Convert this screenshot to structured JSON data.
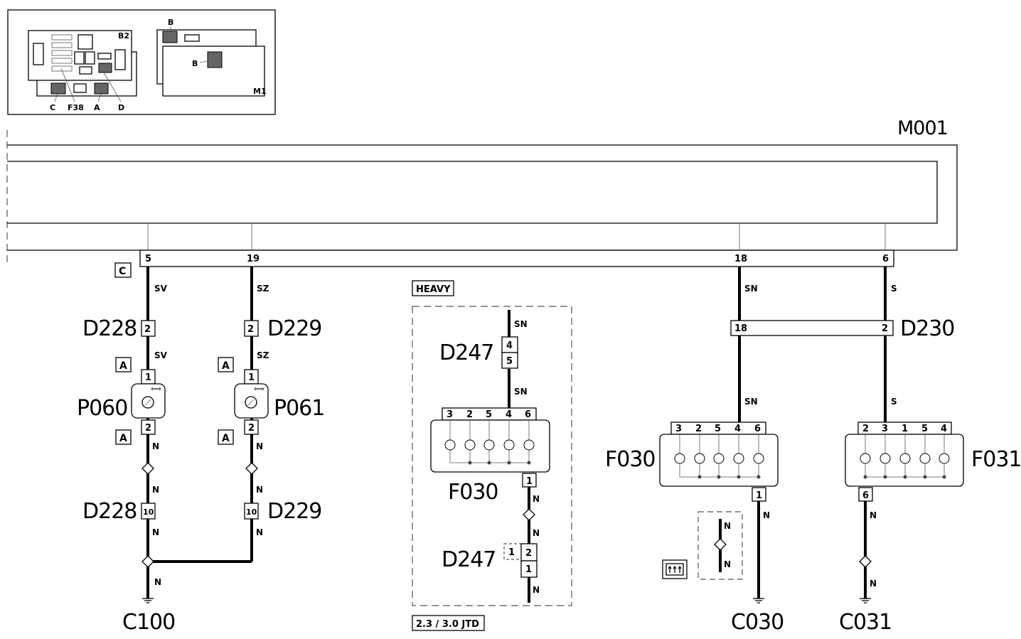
{
  "locator": {
    "fusebox": "B2",
    "module": "M1",
    "module_fuse": "B",
    "pointer_b": "B",
    "bottom_labels": [
      "C",
      "F38",
      "A",
      "D"
    ]
  },
  "module": {
    "name": "M001",
    "connector": "C",
    "pins": [
      "5",
      "19",
      "18",
      "6"
    ]
  },
  "left": {
    "wire_sv": "SV",
    "wire_sz": "SZ",
    "d228": "D228",
    "d229": "D229",
    "d228_pin": "2",
    "d229_pin": "2",
    "d228_pin2": "10",
    "d229_pin2": "10",
    "conn_a": "A",
    "lamp_l": "P060",
    "lamp_r": "P061",
    "lamp_pin_in": "1",
    "lamp_pin_out": "2",
    "wire_n": "N",
    "ground": "C100"
  },
  "heavy": {
    "title": "HEAVY",
    "variant": "2.3 / 3.0 JTD",
    "conn": "D247",
    "conn_pins_top": [
      "4",
      "5"
    ],
    "conn_pins_bottom_left": "1",
    "conn_pins_bottom": [
      "2",
      "1"
    ],
    "wire_sn": "SN",
    "wire_n": "N",
    "lamp": "F030",
    "lamp_pins": [
      "3",
      "2",
      "5",
      "4",
      "6"
    ],
    "lamp_out_pin": "1"
  },
  "right": {
    "wire_sn": "SN",
    "wire_s": "S",
    "conn": "D230",
    "conn_pin_a": "18",
    "conn_pin_b": "2",
    "lamp_a": "F030",
    "lamp_a_pins": [
      "3",
      "2",
      "5",
      "4",
      "6"
    ],
    "lamp_a_out": "1",
    "lamp_b": "F031",
    "lamp_b_pins": [
      "2",
      "3",
      "1",
      "5",
      "4"
    ],
    "lamp_b_out": "6",
    "wire_n": "N",
    "ground_a": "C030",
    "ground_b": "C031"
  },
  "icon_names": [
    "fuse-box-locator",
    "bulb-icon",
    "heated-rear-window-icon",
    "ground-icon",
    "splice-icon"
  ]
}
